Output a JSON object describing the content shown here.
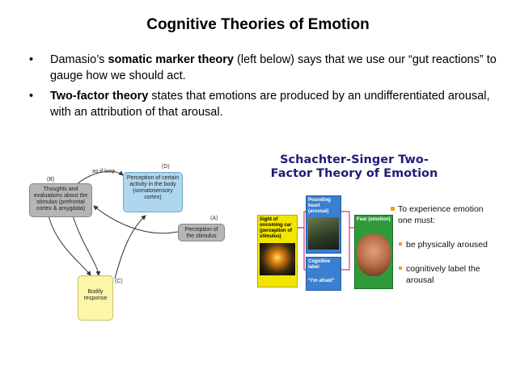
{
  "slide": {
    "title": "Cognitive Theories of Emotion",
    "bullets": [
      {
        "marker": "•",
        "pre": "Damasio’s ",
        "bold": "somatic marker theory",
        "post": " (left below) says that we use our “gut reactions” to gauge how we should act."
      },
      {
        "marker": "•",
        "pre": "",
        "bold": "Two-factor theory",
        "post": " states that emotions are produced by an undifferentiated arousal, with an attribution of that arousal."
      }
    ]
  },
  "damasio": {
    "label_b": "(B)",
    "label_d": "(D)",
    "label_a": "(A)",
    "label_c": "(C)",
    "as_if_loop": "as-if loop",
    "box_thoughts": "Thoughts and evaluations about the stimulus (prefrontal cortex & amygdala)",
    "box_perception_body": "Perception of certain activity in the body (somatosensory cortex)",
    "box_perception_stimulus": "Perception of the stimulus",
    "box_bodily": "Bodily response",
    "colors": {
      "gray": "#b5b5b5",
      "blue": "#aed6ef",
      "yellow": "#fbf6a8"
    }
  },
  "schachter": {
    "title_line1": "Schachter-Singer Two-",
    "title_line2": "Factor Theory of Emotion",
    "box_sight": "Sight of oncoming car (perception of stimulus)",
    "box_heart": "Pounding heart (arousal)",
    "box_label": "Cognitive label",
    "box_label_quote": "“I’m afraid”",
    "box_fear": "Fear (emotion)",
    "bullet_main": "To experience emotion one must:",
    "sub_bullets": [
      "be physically aroused",
      "cognitively label the arousal"
    ],
    "colors": {
      "title": "#1d1e78",
      "yellow": "#f2e600",
      "blue": "#3b7fd1",
      "green": "#2f9a3a",
      "bullet": "#f5a300"
    }
  }
}
